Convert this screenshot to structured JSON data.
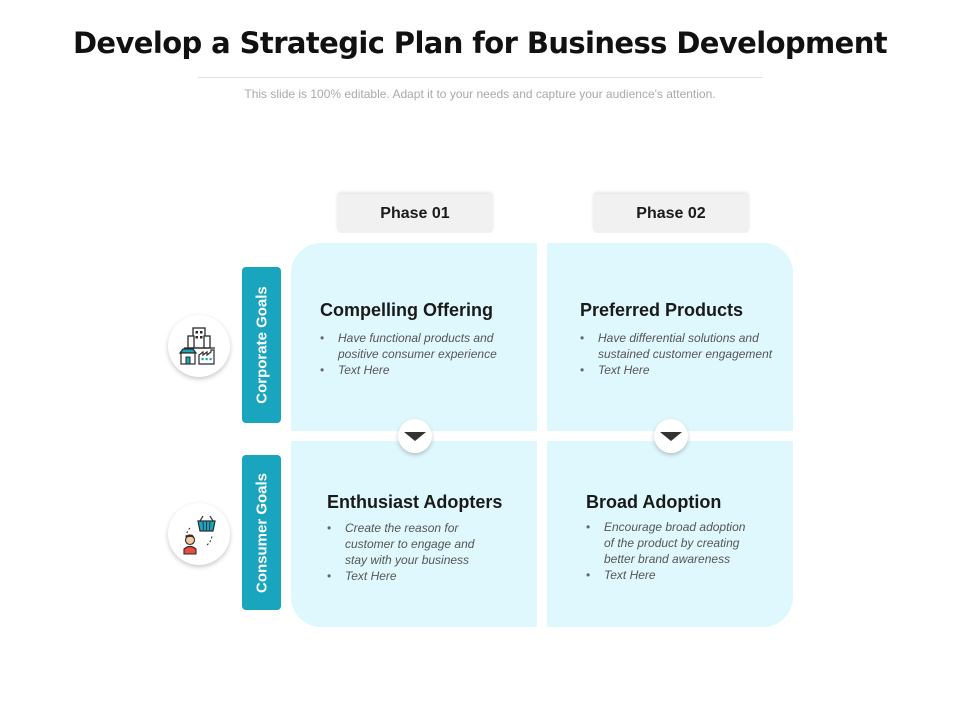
{
  "title": "Develop a Strategic Plan for Business Development",
  "subtitle": "This slide is 100% editable. Adapt it to your needs and capture your audience's attention.",
  "phases": [
    "Phase 01",
    "Phase 02"
  ],
  "goals": [
    "Corporate Goals",
    "Consumer Goals"
  ],
  "icons": [
    "business-buildings-icon",
    "consumer-basket-icon"
  ],
  "colors": {
    "accent": "#19a5bd",
    "quadrant": "#dff8fd",
    "title": "#111111"
  },
  "quadrants": [
    {
      "title": "Compelling Offering",
      "bullets": [
        "Have functional products and positive consumer experience",
        "Text Here"
      ]
    },
    {
      "title": "Preferred Products",
      "bullets": [
        "Have differential solutions and sustained customer engagement",
        "Text Here"
      ]
    },
    {
      "title": "Enthusiast Adopters",
      "bullets": [
        "Create the reason for customer to engage and stay with your business",
        "Text Here"
      ]
    },
    {
      "title": "Broad Adoption",
      "bullets": [
        "Encourage broad adoption of the product by creating better brand awareness",
        "Text Here"
      ]
    }
  ]
}
